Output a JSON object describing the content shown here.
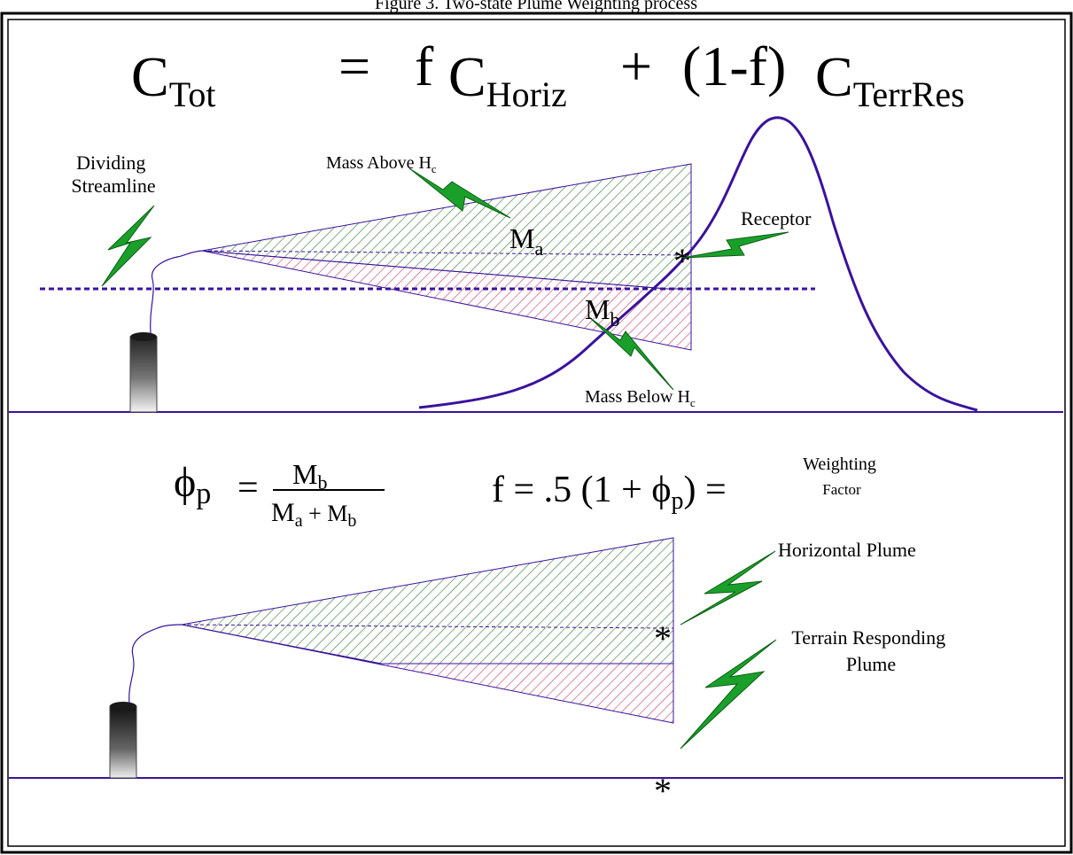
{
  "caption_fragment": "Figure 3. Two-state Plume Weighting process",
  "equation": {
    "c": "C",
    "tot_sub": "Tot",
    "equals": "=",
    "f": "f",
    "horiz_sub": "Horiz",
    "plus": "+",
    "one_minus_f": "(1-f)",
    "terrres_sub": "TerrRes"
  },
  "top_panel": {
    "dividing_streamline": [
      "Dividing",
      "Streamline"
    ],
    "mass_above": "Mass Above H",
    "mass_above_sub": "c",
    "receptor": "Receptor",
    "ma": "M",
    "ma_sub": "a",
    "mb": "M",
    "mb_sub": "b",
    "mass_below": "Mass Below H",
    "mass_below_sub": "c"
  },
  "middle_equations": {
    "phi": "ϕ",
    "phi_sub": "p",
    "equals": "=",
    "numerator_m": "M",
    "numerator_sub": "b",
    "denominator": [
      "M",
      "a",
      " + M",
      "b"
    ],
    "f_expr": "f = .5 (1 + ϕ",
    "f_expr_sub": "p",
    "f_expr_end": ") =",
    "weighting": [
      "Weighting",
      "Factor"
    ]
  },
  "bottom_panel": {
    "horizontal_plume": "Horizontal Plume",
    "terrain_responding": [
      "Terrain Responding",
      "Plume"
    ]
  },
  "colors": {
    "line": "#3a139c",
    "green_hatch": "#2f7a2f",
    "red_hatch": "#c43c66",
    "lightning": "#1aa02a",
    "border": "#000000"
  }
}
